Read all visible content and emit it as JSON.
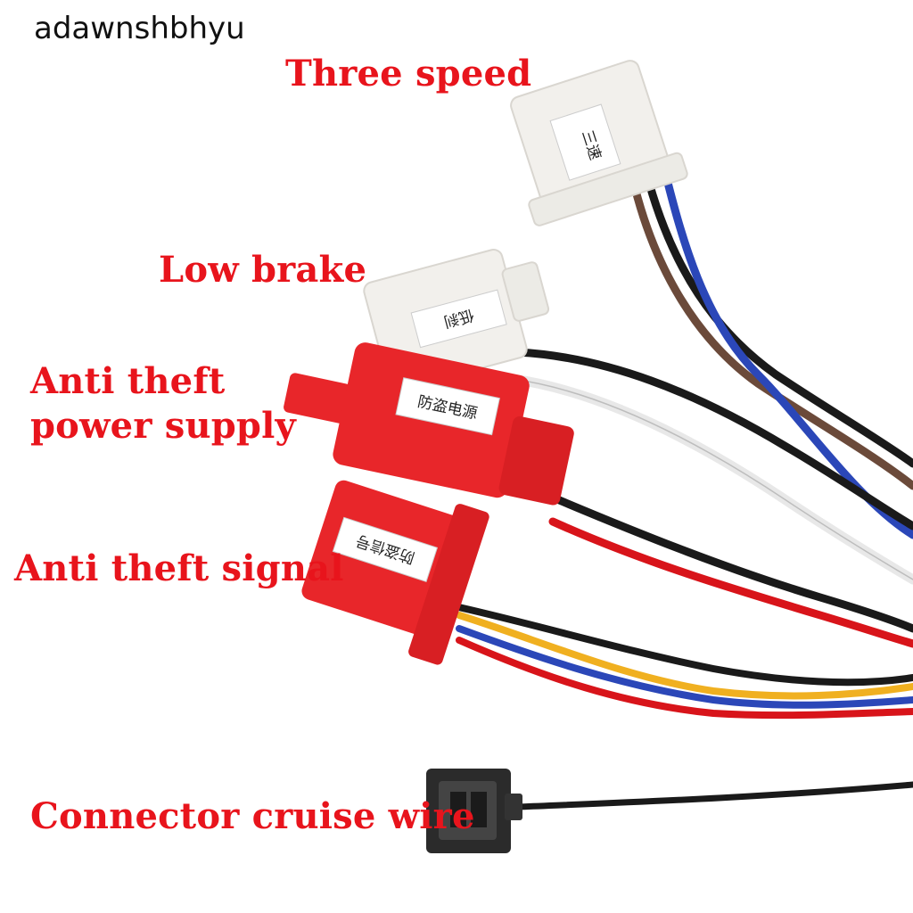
{
  "watermark": "adawnshbhyu",
  "labels": {
    "three_speed": "Three speed",
    "low_brake": "Low brake",
    "anti_theft_power_line1": "Anti theft",
    "anti_theft_power_line2": "power supply",
    "anti_theft_signal": "Anti theft signal",
    "connector_cruise_wire": "Connector cruise wire"
  },
  "connector_tags": {
    "three_speed": "三速",
    "low_brake": "低刹",
    "anti_theft_power": "防盗电源",
    "anti_theft_signal": "防盗信号"
  },
  "colors": {
    "label_red": "#e8141c",
    "connector_red": "#e8262a",
    "connector_white": "#f2f0ec",
    "connector_black": "#2b2b2b",
    "wire_brown": "#6b4a3a",
    "wire_blue": "#2b47b8",
    "wire_black": "#1a1a1a",
    "wire_white": "#e8e8e8",
    "wire_red": "#d8141a",
    "wire_yellow": "#f0b020"
  }
}
